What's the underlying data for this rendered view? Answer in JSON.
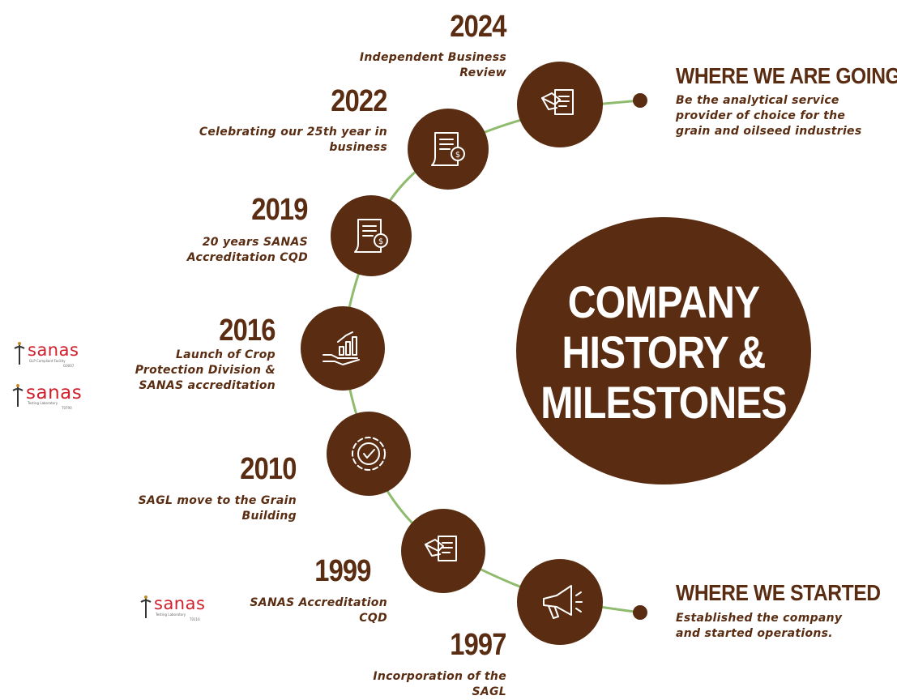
{
  "title": {
    "lines": [
      "COMPANY",
      "HISTORY &",
      "MILESTONES"
    ]
  },
  "colors": {
    "brown": "#5a2d12",
    "line": "#8fbb6e",
    "white": "#ffffff",
    "sanas_red": "#d0202c"
  },
  "milestones": [
    {
      "year": "2024",
      "text": [
        "Independent Business",
        "Review"
      ],
      "icon": "handshake-contract-icon"
    },
    {
      "year": "2022",
      "text": [
        "Celebrating our 25th year in",
        "business"
      ],
      "icon": "invoice-icon"
    },
    {
      "year": "2019",
      "text": [
        "20 years SANAS",
        "Accreditation CQD"
      ],
      "icon": "invoice-icon"
    },
    {
      "year": "2016",
      "text": [
        "Launch of Crop",
        "Protection Division &",
        "SANAS accreditation"
      ],
      "icon": "growth-chart-hand-icon"
    },
    {
      "year": "2010",
      "text": [
        "SAGL move to the Grain",
        "Building"
      ],
      "icon": "gear-check-icon"
    },
    {
      "year": "1999",
      "text": [
        "SANAS Accreditation",
        "CQD"
      ],
      "icon": "handshake-contract-icon"
    },
    {
      "year": "1997",
      "text": [
        "Incorporation of the",
        "SAGL"
      ],
      "icon": "megaphone-icon"
    }
  ],
  "going": {
    "heading": "WHERE WE ARE GOING",
    "text": [
      "Be the analytical service",
      "provider of choice for the",
      "grain and oilseed industries"
    ]
  },
  "started": {
    "heading": "WHERE WE STARTED",
    "text": [
      "Established the company",
      "and started operations."
    ]
  },
  "logos": [
    {
      "word": "sanas",
      "sub": "GLP Compliant Facility",
      "code": "G0007"
    },
    {
      "word": "sanas",
      "sub": "Testing Laboratory",
      "code": "T0790"
    },
    {
      "word": "sanas",
      "sub": "Testing Laboratory",
      "code": "T0116"
    }
  ]
}
